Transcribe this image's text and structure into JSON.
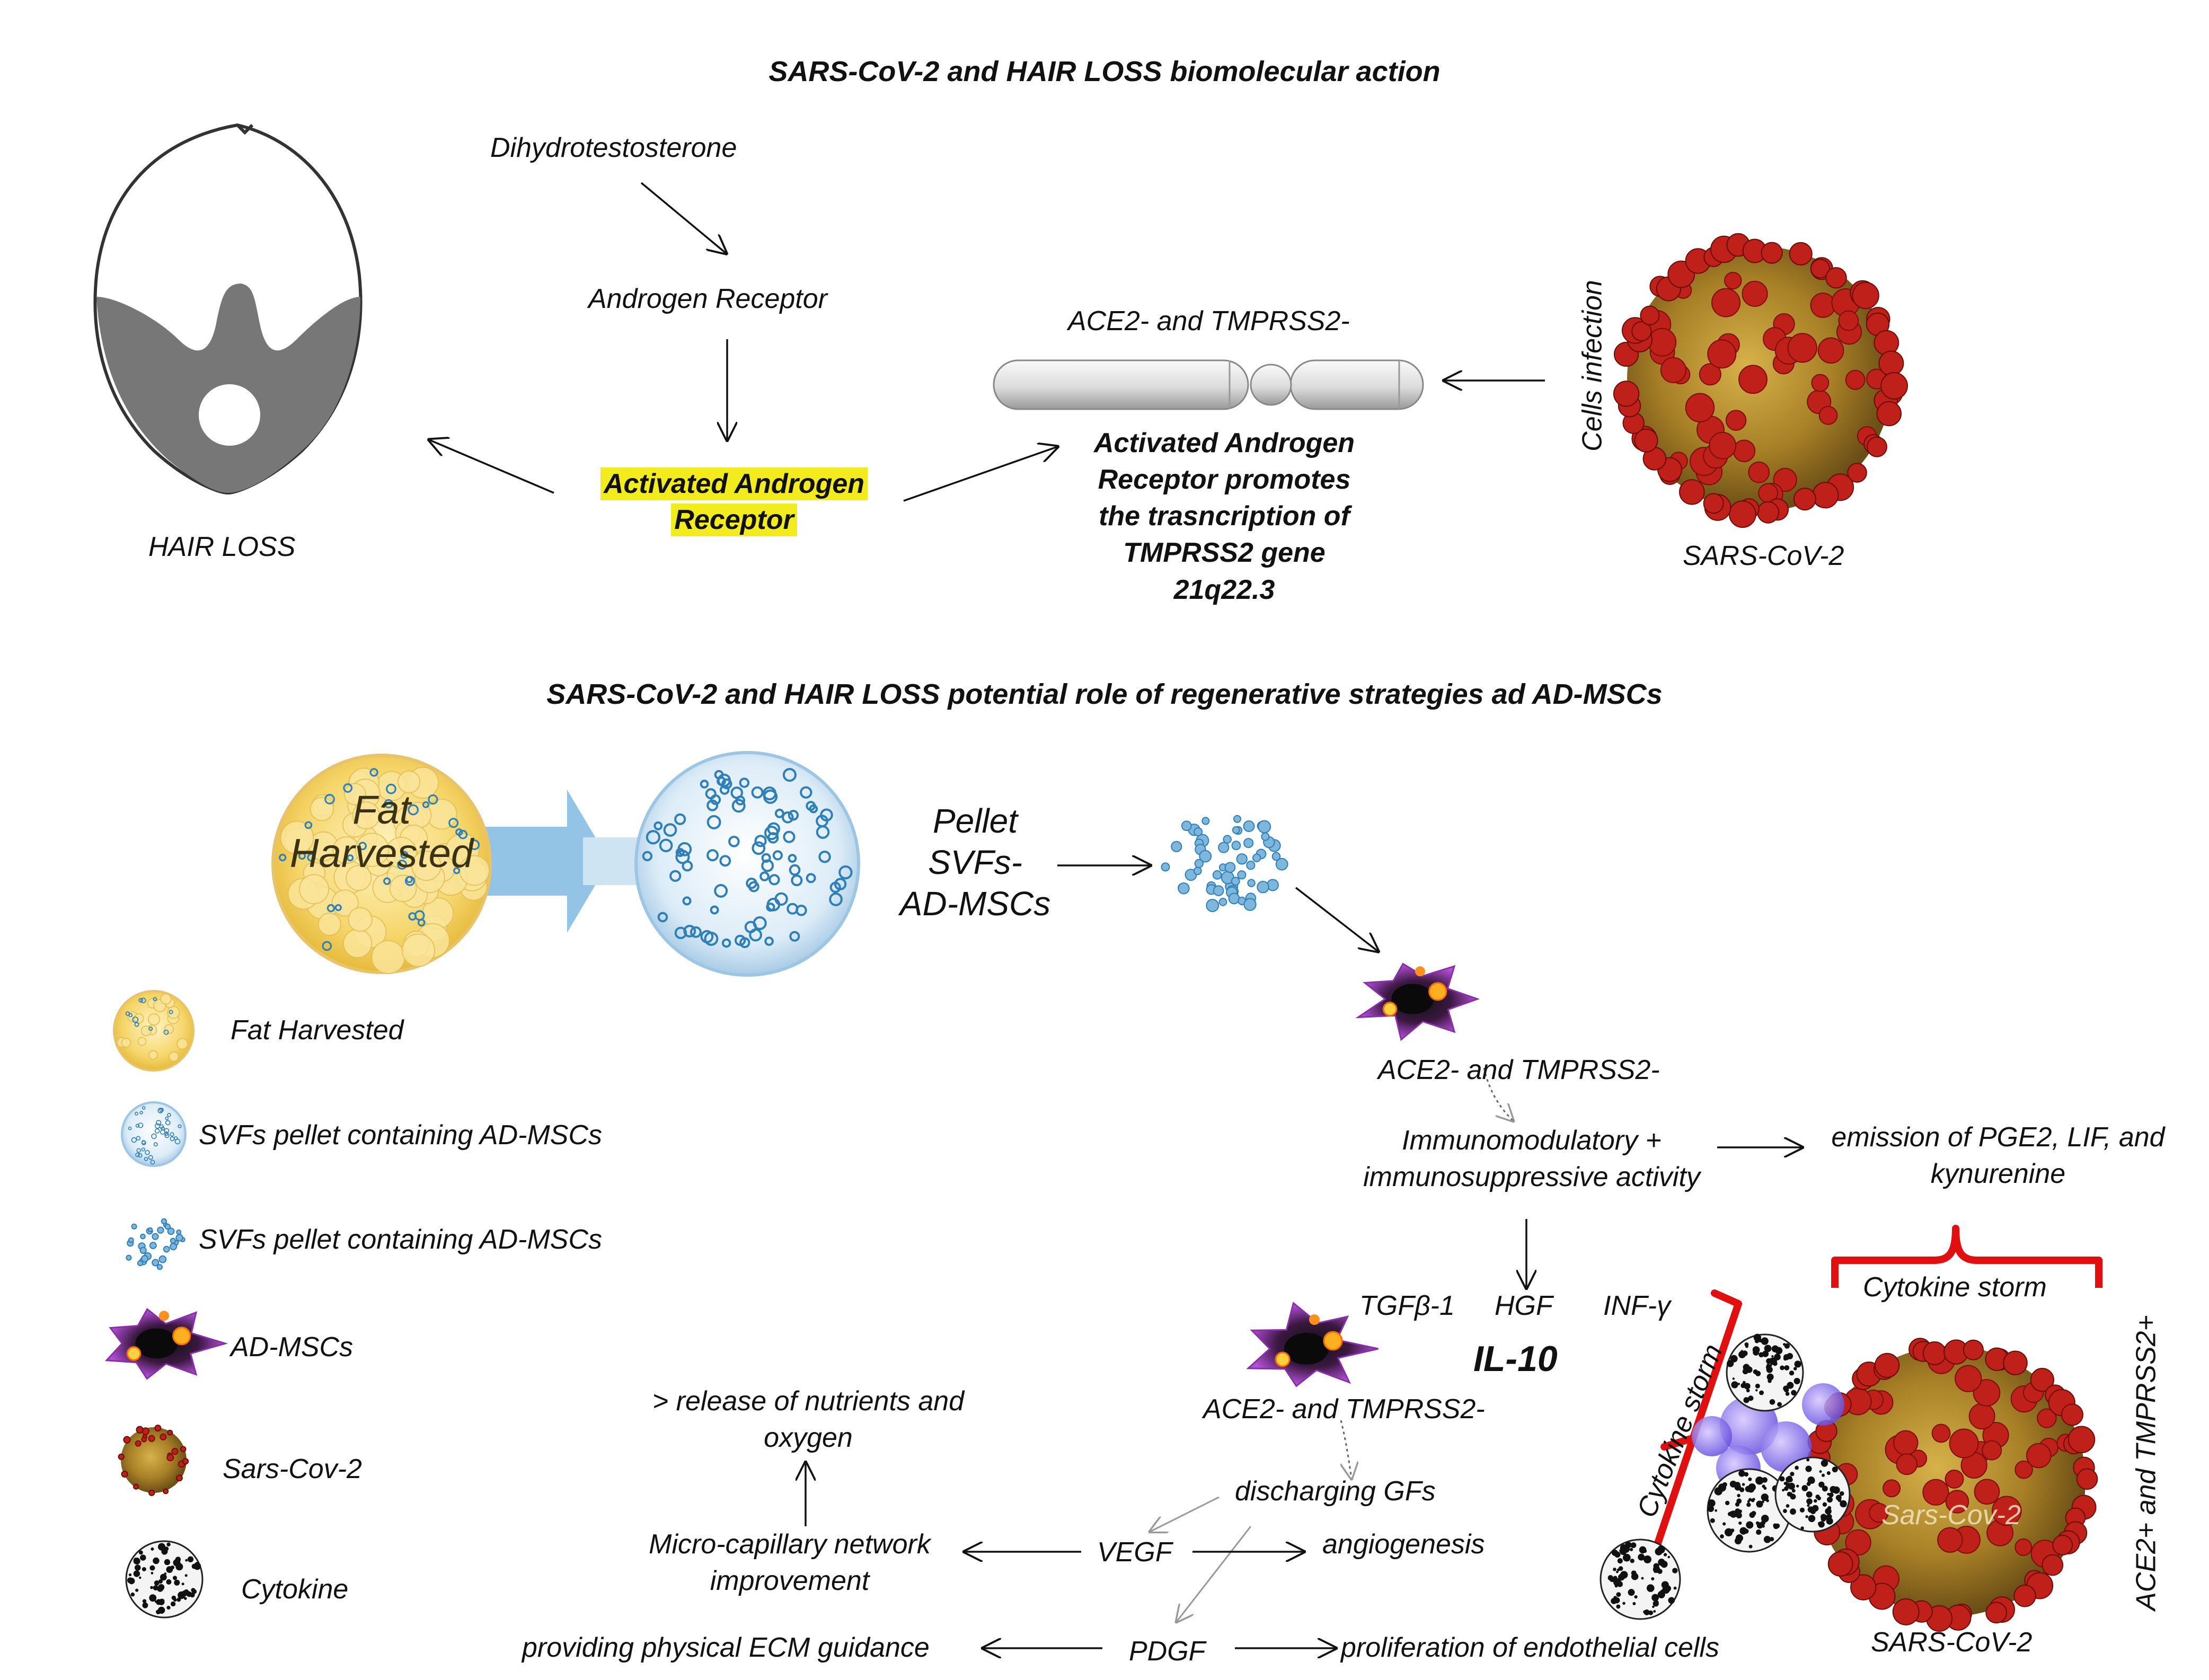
{
  "top": {
    "title": "SARS-CoV-2 and HAIR LOSS biomolecular action",
    "dht": "Dihydrotestosterone",
    "androgen_receptor": "Androgen Receptor",
    "activated_ar_line1": "Activated Androgen",
    "activated_ar_line2": "Receptor",
    "hair_loss": "HAIR LOSS",
    "ace2_tmprss2_top": "ACE2- and TMPRSS2-",
    "promotes_lines": [
      "Activated Androgen",
      "Receptor promotes",
      "the trasncription of",
      "TMPRSS2 gene",
      "21q22.3"
    ],
    "cells_infection": "Cells  infection",
    "sars_label": "SARS-CoV-2"
  },
  "bottom": {
    "title": "SARS-CoV-2 and HAIR LOSS potential role of regenerative strategies ad AD-MSCs",
    "fat_line1": "Fat",
    "fat_line2": "Harvested",
    "pellet_lines": [
      "Pellet",
      "SVFs-",
      "AD-MSCs"
    ],
    "legend": [
      {
        "label": "Fat Harvested"
      },
      {
        "label": "SVFs pellet containing AD-MSCs"
      },
      {
        "label": "SVFs pellet containing AD-MSCs"
      },
      {
        "label": "AD-MSCs"
      },
      {
        "label": "Sars-Cov-2"
      },
      {
        "label": "Cytokine"
      }
    ],
    "ace2_mid": "ACE2- and TMPRSS2-",
    "immuno_line1": "Immunomodulatory +",
    "immuno_line2": "immunosuppressive activity",
    "emission_line1": "emission of PGE2, LIF, and",
    "emission_line2": "kynurenine",
    "tgf": "TGFβ-1",
    "hgf": "HGF",
    "inf": "INF-γ",
    "il10": "IL-10",
    "ace2_low": "ACE2- and TMPRSS2-",
    "discharging": "discharging GFs",
    "release_line1": "> release of nutrients and",
    "release_line2": "oxygen",
    "micro_line1": "Micro-capillary network",
    "micro_line2": "improvement",
    "vegf": "VEGF",
    "angiogenesis": "angiogenesis",
    "pdgf": "PDGF",
    "ecm": "providing physical ECM guidance",
    "prolif": "proliferation of endothelial cells",
    "cytokine_storm_top": "Cytokine storm",
    "cytokine_storm_side": "Cytokine storm",
    "ace2_plus": "ACE2+ and TMPRSS2+",
    "sars_bottom": "SARS-CoV-2",
    "sars_overlay": "Sars-Cov-2"
  },
  "colors": {
    "virus_red": "#c0201a",
    "virus_gold": "#b48a2a",
    "fat_yellow": "#f6d66b",
    "cell_blue": "#2f7fb8",
    "bracket_red": "#e01010",
    "highlight": "#f2ec1f"
  }
}
